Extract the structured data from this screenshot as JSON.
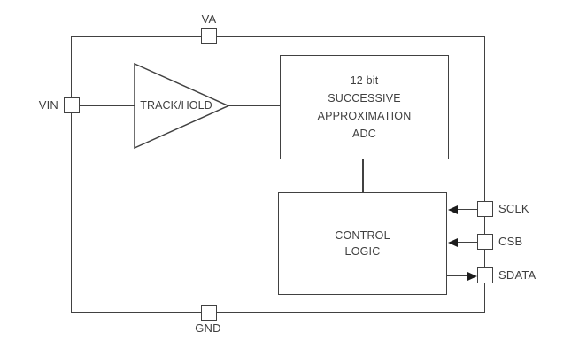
{
  "diagram_type": "ADC functional block diagram",
  "blocks": {
    "track_hold": {
      "label": "TRACK/HOLD"
    },
    "adc": {
      "lines": [
        "12 bit",
        "SUCCESSIVE",
        "APPROXIMATION",
        "ADC"
      ]
    },
    "control_logic": {
      "lines": [
        "CONTROL",
        "LOGIC"
      ]
    }
  },
  "pins": {
    "va": {
      "label": "VA",
      "side": "top"
    },
    "vin": {
      "label": "VIN",
      "side": "left"
    },
    "gnd": {
      "label": "GND",
      "side": "bottom"
    },
    "sclk": {
      "label": "SCLK",
      "side": "right",
      "direction": "input"
    },
    "csb": {
      "label": "CSB",
      "side": "right",
      "direction": "input"
    },
    "sdata": {
      "label": "SDATA",
      "side": "right",
      "direction": "output"
    }
  },
  "colors": {
    "line": "#414141",
    "text": "#3f3f3f",
    "arrow": "#1c1c1c",
    "background": "#ffffff"
  }
}
